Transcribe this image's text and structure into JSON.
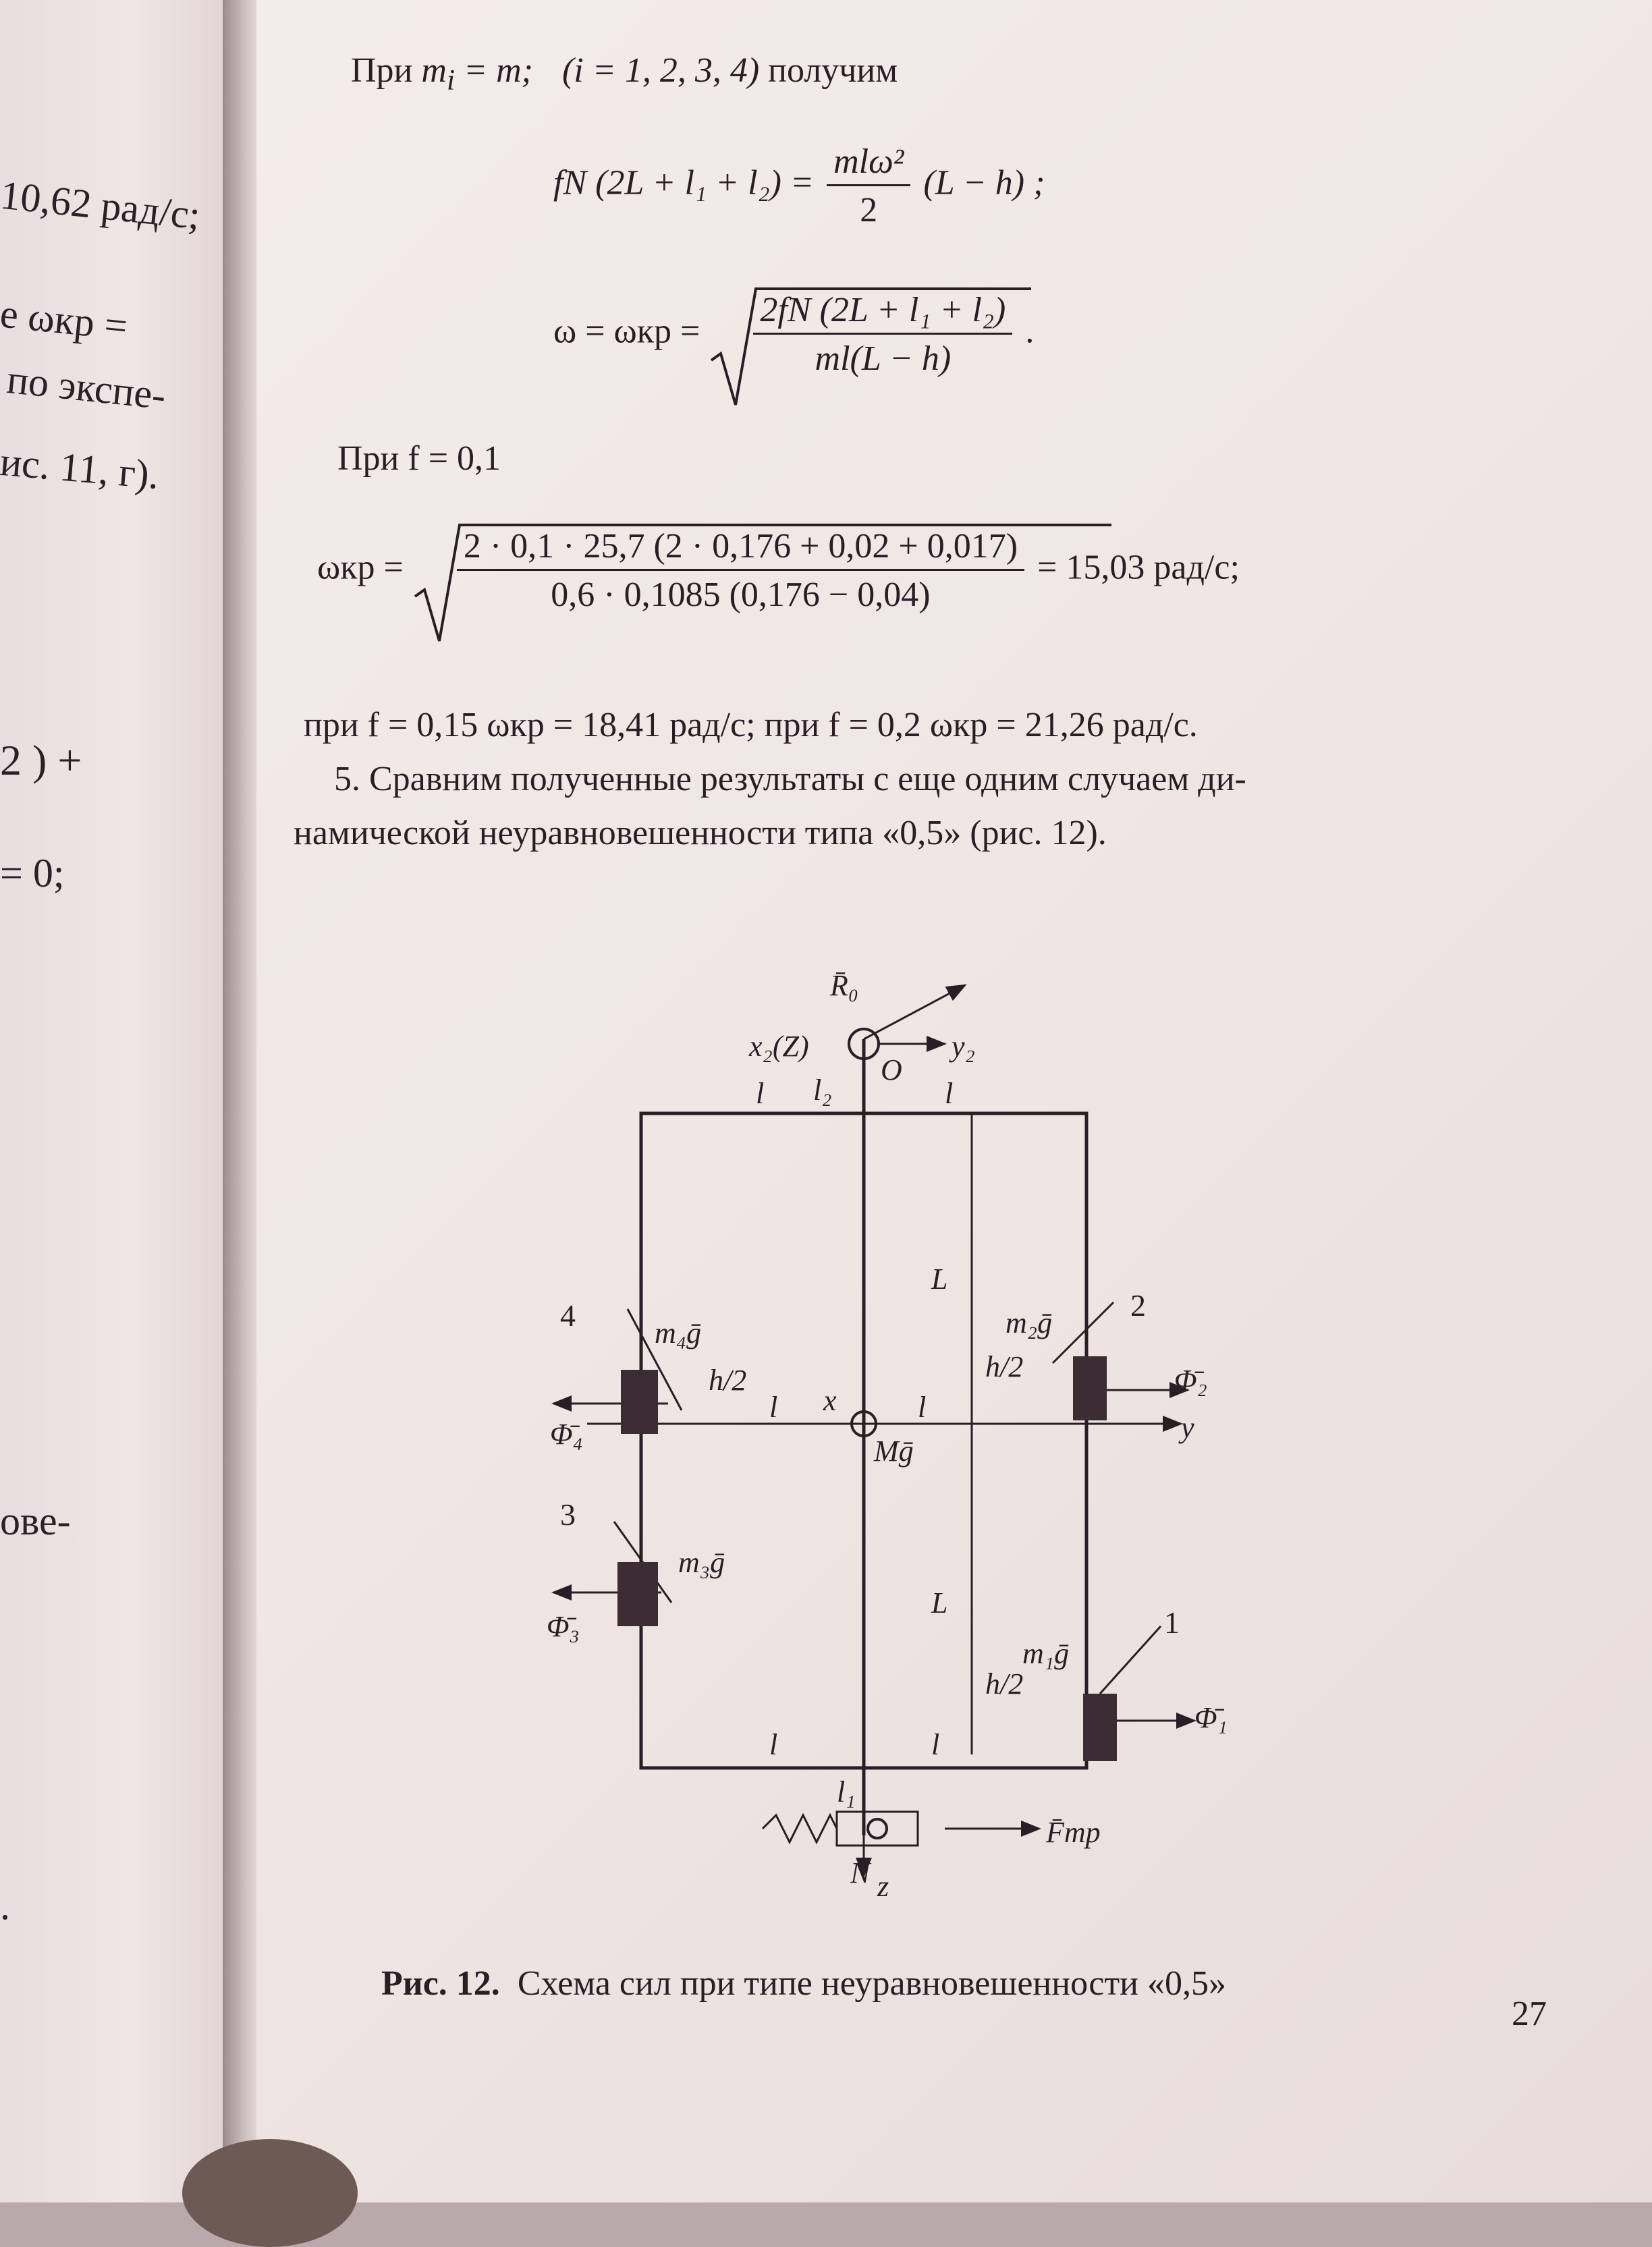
{
  "left_page": {
    "fragments": [
      "10,62 рад/с;",
      "е   ωкр =",
      "по экспе-",
      "ис. 11, г).",
      "2 ) +",
      "= 0;",
      "ове-",
      "."
    ]
  },
  "right_page": {
    "line1_prefix": "При",
    "line1_mid": "(i = 1, 2, 3, 4)",
    "line1_suffix": "получим",
    "eq1_lhs": "fN (2L + l₁ + l₂) =",
    "eq1_num": "mlω²",
    "eq1_den": "2",
    "eq1_rhs": "(L − h) ;",
    "eq2_lhs": "ω = ωкр =",
    "eq2_num": "2fN (2L + l₁ + l₂)",
    "eq2_den": "ml(L − h)",
    "eq2_end": ".",
    "at_f": "При  f = 0,1",
    "eq3_lhs": "ωкр =",
    "eq3_num": "2 · 0,1 · 25,7 (2 · 0,176 + 0,02 + 0,017)",
    "eq3_den": "0,6 · 0,1085 (0,176 − 0,04)",
    "eq3_rhs": "= 15,03 рад/с;",
    "results_line": "при  f = 0,15  ωкр = 18,41 рад/с; при  f = 0,2  ωкр = 21,26 рад/с.",
    "para_line1": "5. Сравним полученные результаты с еще одним случаем ди-",
    "para_line2": "намической неуравновешенности типа «0,5» (рис. 12).",
    "caption_label": "Рис. 12.",
    "caption_text": "Схема сил при типе неуравновешенности «0,5»",
    "page_number": "27"
  },
  "figure": {
    "labels": {
      "R0": "R̄₀",
      "x2z": "x₂(Z)",
      "y2": "y₂",
      "O": "O",
      "l2": "l₂",
      "l": "l",
      "L": "L",
      "h2": "h/2",
      "m4g": "m₄ḡ",
      "m2g": "m₂ḡ",
      "m3g": "m₃ḡ",
      "m1g": "m₁ḡ",
      "Mg": "Mḡ",
      "x": "x",
      "y": "y",
      "phi1": "Φ̄₁",
      "phi2": "Φ̄₂",
      "phi3": "Φ̄₃",
      "phi4": "Φ̄₄",
      "n1": "1",
      "n2": "2",
      "n3": "3",
      "n4": "4",
      "l1": "l₁",
      "N": "N̄",
      "z": "z",
      "Ftr": "F̄тр"
    }
  }
}
